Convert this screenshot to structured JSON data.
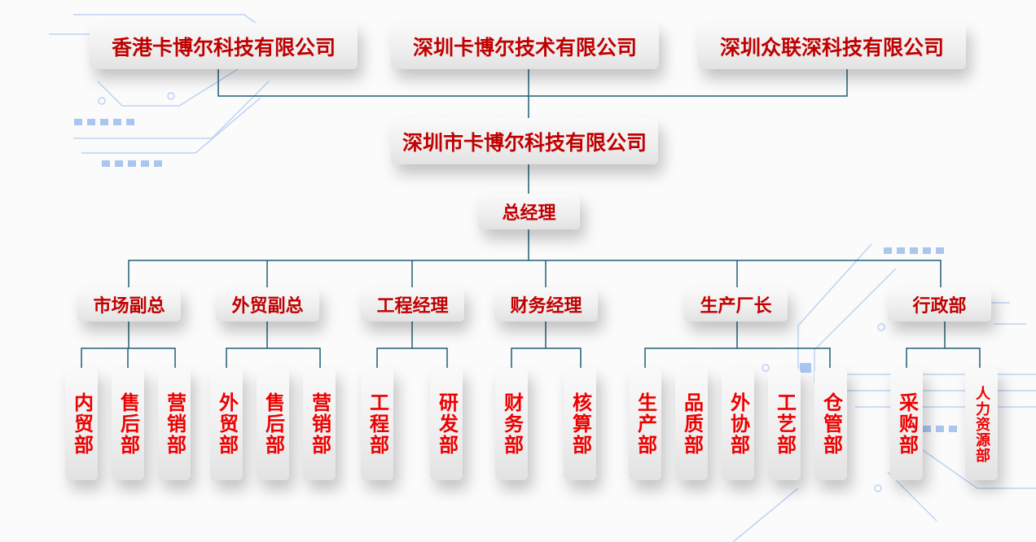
{
  "companies": [
    {
      "label": "香港卡博尔科技有限公司"
    },
    {
      "label": "深圳卡博尔技术有限公司"
    },
    {
      "label": "深圳众联深科技有限公司"
    }
  ],
  "main_company": {
    "label": "深圳市卡博尔科技有限公司"
  },
  "general_manager": {
    "label": "总经理"
  },
  "divisions": [
    {
      "label": "市场副总",
      "departments": [
        "内贸部",
        "售后部",
        "营销部"
      ]
    },
    {
      "label": "外贸副总",
      "departments": [
        "外贸部",
        "售后部",
        "营销部"
      ]
    },
    {
      "label": "工程经理",
      "departments": [
        "工程部",
        "研发部"
      ]
    },
    {
      "label": "财务经理",
      "departments": [
        "财务部",
        "核算部"
      ]
    },
    {
      "label": "生产厂长",
      "departments": [
        "生产部",
        "品质部",
        "外协部",
        "工艺部",
        "仓管部"
      ]
    },
    {
      "label": "行政部",
      "departments": [
        "采购部",
        "人力资源部"
      ]
    }
  ],
  "colors": {
    "title_text": "#c00000",
    "dept_text": "#ee0000",
    "connector": "#1f5f73",
    "circuit": "#9ec1f0"
  }
}
